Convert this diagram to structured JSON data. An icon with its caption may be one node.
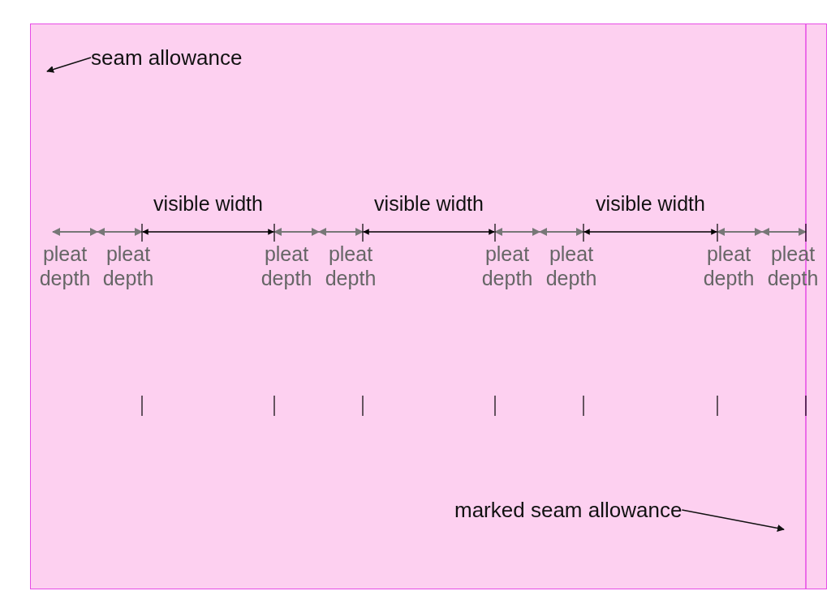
{
  "diagram": {
    "nodes": [
      {
        "text": [
          "seam allowance"
        ]
      },
      {
        "text": [
          "marked seam allowance"
        ]
      }
    ],
    "edges": [
      {
        "from": 0,
        "to": null,
        "arrow": "to"
      },
      {
        "from": 1,
        "to": null,
        "arrow": "to"
      }
    ],
    "labels": [
      "visible width",
      "visible width",
      "visible width",
      "pleat depth",
      "pleat depth",
      "pleat depth",
      "pleat depth",
      "pleat depth",
      "pleat depth",
      "pleat depth",
      "pleat depth"
    ]
  }
}
